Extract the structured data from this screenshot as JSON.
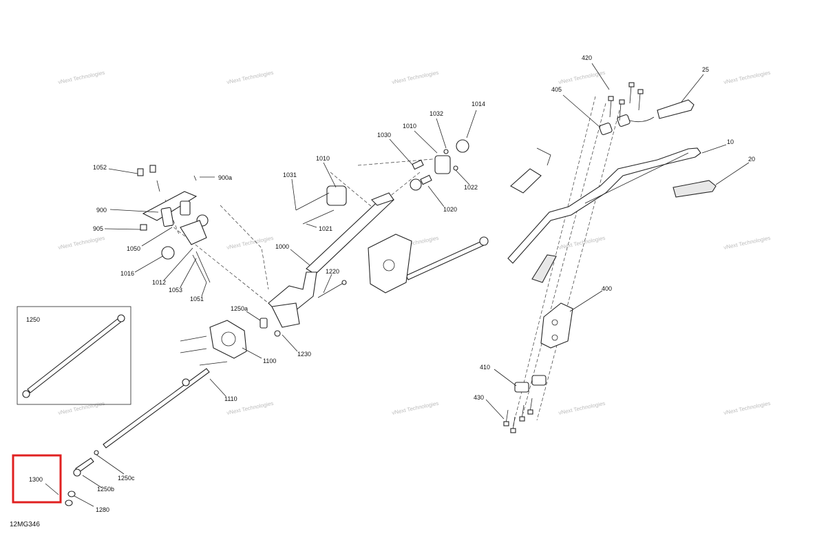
{
  "watermark": {
    "line1": "vNext",
    "line2": "Technologies",
    "combined": "vNext Technologies"
  },
  "diagram_code": "12MG346",
  "inset_label": "1250",
  "highlighted_label": "1300",
  "labels": {
    "p420": "420",
    "p25": "25",
    "p405": "405",
    "p10": "10",
    "p20": "20",
    "p1014": "1014",
    "p1032": "1032",
    "p1010a": "1010",
    "p1030": "1030",
    "p1010b": "1010",
    "p1031": "1031",
    "p1022": "1022",
    "p1020": "1020",
    "p1021": "1021",
    "p1052": "1052",
    "p900a": "900a",
    "p900": "900",
    "p905": "905",
    "p1050": "1050",
    "p1016": "1016",
    "p1012": "1012",
    "p1053": "1053",
    "p1051": "1051",
    "p1000": "1000",
    "p1220": "1220",
    "p1250a": "1250a",
    "p1230": "1230",
    "p1100": "1100",
    "p400": "400",
    "p1110": "1110",
    "p410": "410",
    "p430": "430",
    "p1250c": "1250c",
    "p1250b": "1250b",
    "p1280": "1280"
  },
  "colors": {
    "highlight": "#e02020",
    "line": "#222222",
    "watermark": "#c0c0c0"
  }
}
